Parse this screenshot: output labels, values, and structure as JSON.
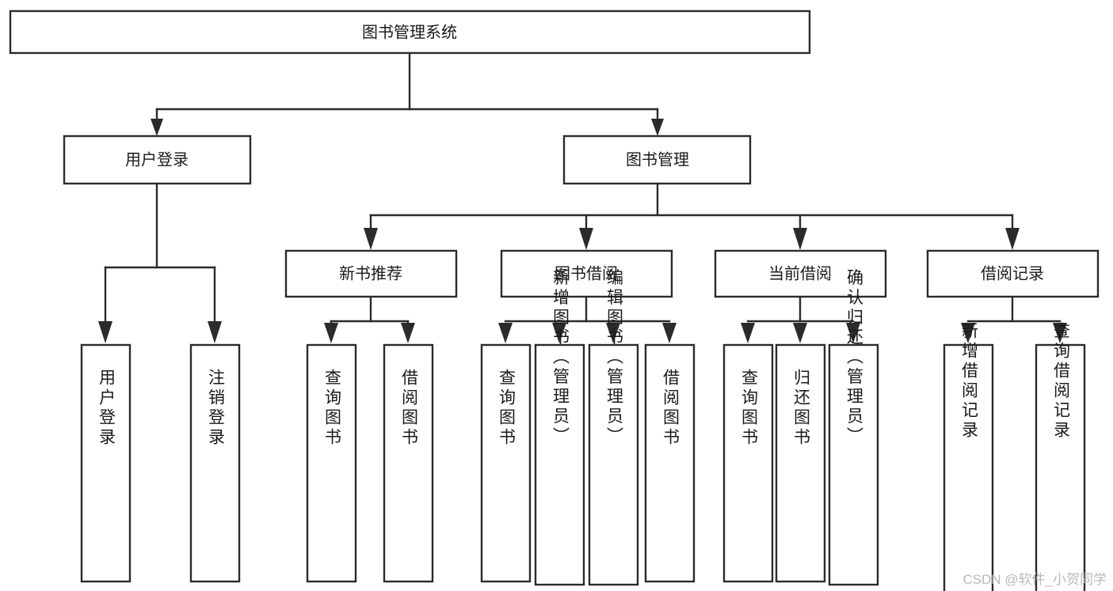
{
  "diagram": {
    "kind": "tree-hierarchy-chart",
    "title_text": "图书管理系统",
    "watermark": "CSDN @软件_小贺同学",
    "colors": {
      "stroke": "#2b2b2b",
      "fill": "#ffffff",
      "text": "#1a1a1a",
      "watermark": "#b9b9b9",
      "background": "#ffffff"
    },
    "nodes": {
      "root": {
        "label": "图书管理系统"
      },
      "level1": [
        {
          "id": "user-login",
          "label": "用户登录"
        },
        {
          "id": "book-manage",
          "label": "图书管理"
        }
      ],
      "level2": [
        {
          "id": "new-book-recommend",
          "label": "新书推荐"
        },
        {
          "id": "book-borrow",
          "label": "图书借阅"
        },
        {
          "id": "current-borrow",
          "label": "当前借阅"
        },
        {
          "id": "borrow-record",
          "label": "借阅记录"
        }
      ],
      "leaves": {
        "user-login": [
          {
            "id": "leaf-user-login",
            "label": "用户登录"
          },
          {
            "id": "leaf-logout-login",
            "label": "注销登录"
          }
        ],
        "new-book-recommend": [
          {
            "id": "leaf-query-book-1",
            "label": "查询图书"
          },
          {
            "id": "leaf-borrow-book-1",
            "label": "借阅图书"
          }
        ],
        "book-borrow": [
          {
            "id": "leaf-query-book-2",
            "label": "查询图书"
          },
          {
            "id": "leaf-add-book",
            "label": "新增图书（管理员）"
          },
          {
            "id": "leaf-edit-book",
            "label": "编辑图书（管理员）"
          },
          {
            "id": "leaf-borrow-book-2",
            "label": "借阅图书"
          }
        ],
        "current-borrow": [
          {
            "id": "leaf-query-book-3",
            "label": "查询图书"
          },
          {
            "id": "leaf-return-book",
            "label": "归还图书"
          },
          {
            "id": "leaf-confirm-return",
            "label": "确认归还（管理员）"
          }
        ],
        "borrow-record": [
          {
            "id": "leaf-add-record",
            "label": "新增借阅记录"
          },
          {
            "id": "leaf-query-record",
            "label": "查询借阅记录"
          }
        ]
      }
    }
  }
}
